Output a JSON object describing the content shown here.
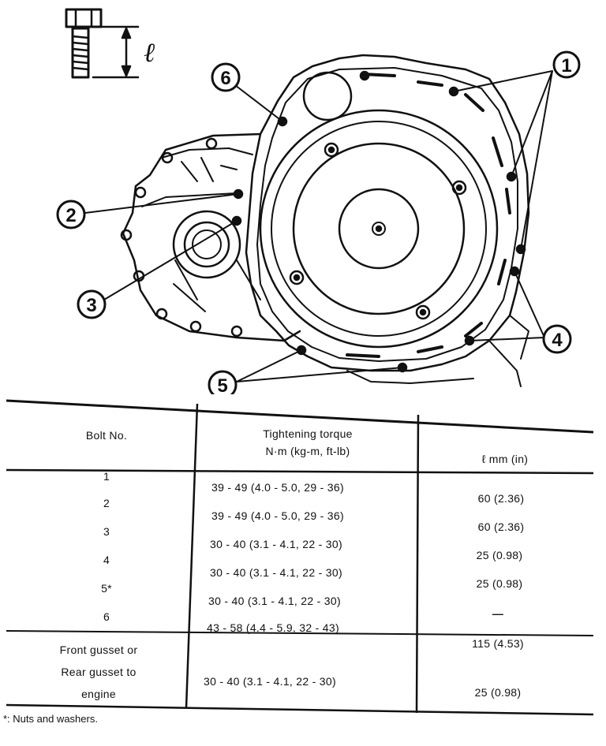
{
  "diagram": {
    "length_symbol": "ℓ",
    "callouts": [
      "1",
      "2",
      "3",
      "4",
      "5",
      "6"
    ]
  },
  "table": {
    "headers": {
      "bolt_no": "Bolt No.",
      "torque_line1": "Tightening torque",
      "torque_line2": "N·m (kg-m, ft-lb)",
      "length": "ℓ mm (in)"
    },
    "rows": [
      {
        "bolt": "1",
        "torque": "39 - 49 (4.0 - 5.0, 29 - 36)",
        "length": "60 (2.36)"
      },
      {
        "bolt": "2",
        "torque": "39 - 49 (4.0 - 5.0, 29 - 36)",
        "length": "60 (2.36)"
      },
      {
        "bolt": "3",
        "torque": "30 - 40 (3.1 - 4.1, 22 - 30)",
        "length": "25 (0.98)"
      },
      {
        "bolt": "4",
        "torque": "30 - 40 (3.1 - 4.1, 22 - 30)",
        "length": "25 (0.98)"
      },
      {
        "bolt": "5*",
        "torque": "30 - 40 (3.1 - 4.1, 22 - 30)",
        "length": "—"
      },
      {
        "bolt": "6",
        "torque": "43 - 58 (4.4 - 5.9, 32 - 43)",
        "length": "115 (4.53)"
      }
    ],
    "gusset": {
      "bolt_line1": "Front gusset or",
      "bolt_line2": "Rear gusset to",
      "bolt_line3": "engine",
      "torque": "30 - 40 (3.1 - 4.1, 22 - 30)",
      "length": "25 (0.98)"
    },
    "note": "*: Nuts and washers."
  }
}
